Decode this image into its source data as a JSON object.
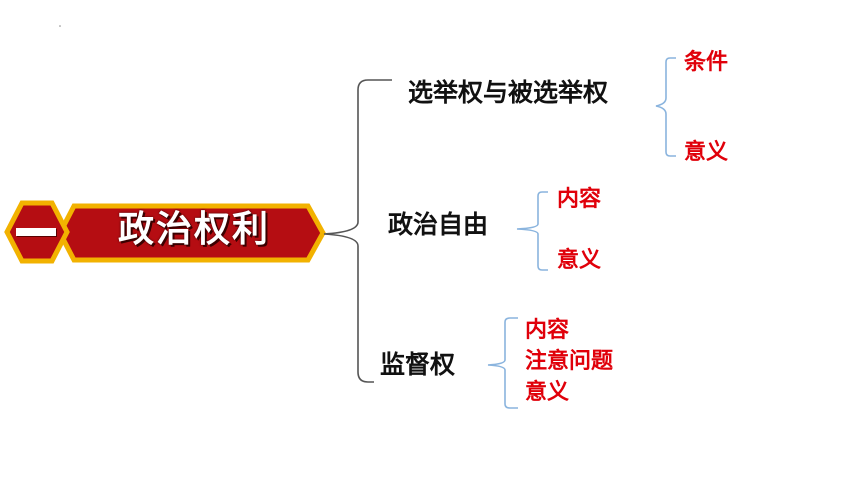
{
  "main_topic": {
    "number": "一",
    "title": "政治权利"
  },
  "branches": [
    {
      "label": "选举权与被选举权",
      "items": [
        "条件",
        "意义"
      ]
    },
    {
      "label": "政治自由",
      "items": [
        "内容",
        "意义"
      ]
    },
    {
      "label": "监督权",
      "items": [
        "内容",
        "注意问题",
        "意义"
      ]
    }
  ],
  "colors": {
    "banner_red": "#b50d12",
    "banner_gold": "#f2b200",
    "item_red": "#e0000a",
    "brace_gray": "#555555",
    "brace_blue": "#8ab4de"
  }
}
